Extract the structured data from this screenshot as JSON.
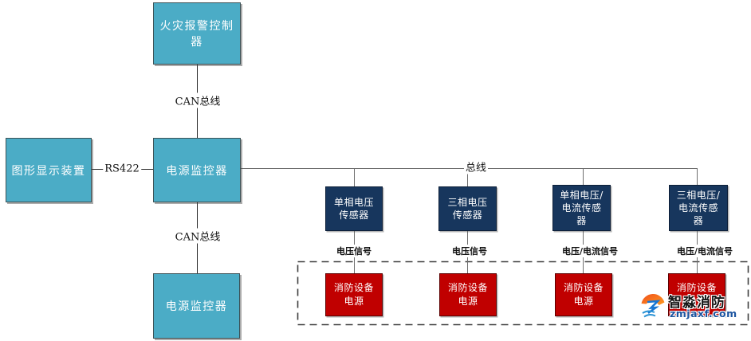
{
  "colors": {
    "node_teal": "#4BACC6",
    "node_navy": "#17365D",
    "node_red": "#C00000",
    "connector_gray": "#6E6E6E",
    "connector_dark": "#262626"
  },
  "nodes": {
    "fire_alarm_controller": {
      "label": "火灾报警控制器"
    },
    "graphic_display": {
      "label": "图形显示装置"
    },
    "power_monitor_main": {
      "label": "电源监控器"
    },
    "power_monitor_secondary": {
      "label": "电源监控器"
    }
  },
  "links": {
    "can_bus_top": "CAN总线",
    "rs422": "RS422",
    "can_bus_bottom": "CAN总线",
    "bus": "总线"
  },
  "sensors": [
    {
      "lines": [
        "单相电压",
        "传感器"
      ],
      "signal": "电压信号"
    },
    {
      "lines": [
        "三相电压",
        "传感器"
      ],
      "signal": "电压信号"
    },
    {
      "lines": [
        "单相电压/",
        "电流传感",
        "器"
      ],
      "signal": "电压/电流信号"
    },
    {
      "lines": [
        "三相电压/",
        "电流传感",
        "器"
      ],
      "signal": "电压/电流信号"
    }
  ],
  "power_supplies": [
    {
      "lines": [
        "消防设备",
        "电源"
      ]
    },
    {
      "lines": [
        "消防设备",
        "电源"
      ]
    },
    {
      "lines": [
        "消防设备",
        "电源"
      ]
    },
    {
      "lines": [
        "消防设备",
        "电源"
      ]
    }
  ],
  "watermark": {
    "brand": "智淼消防",
    "site": "zmjaxf.com"
  }
}
